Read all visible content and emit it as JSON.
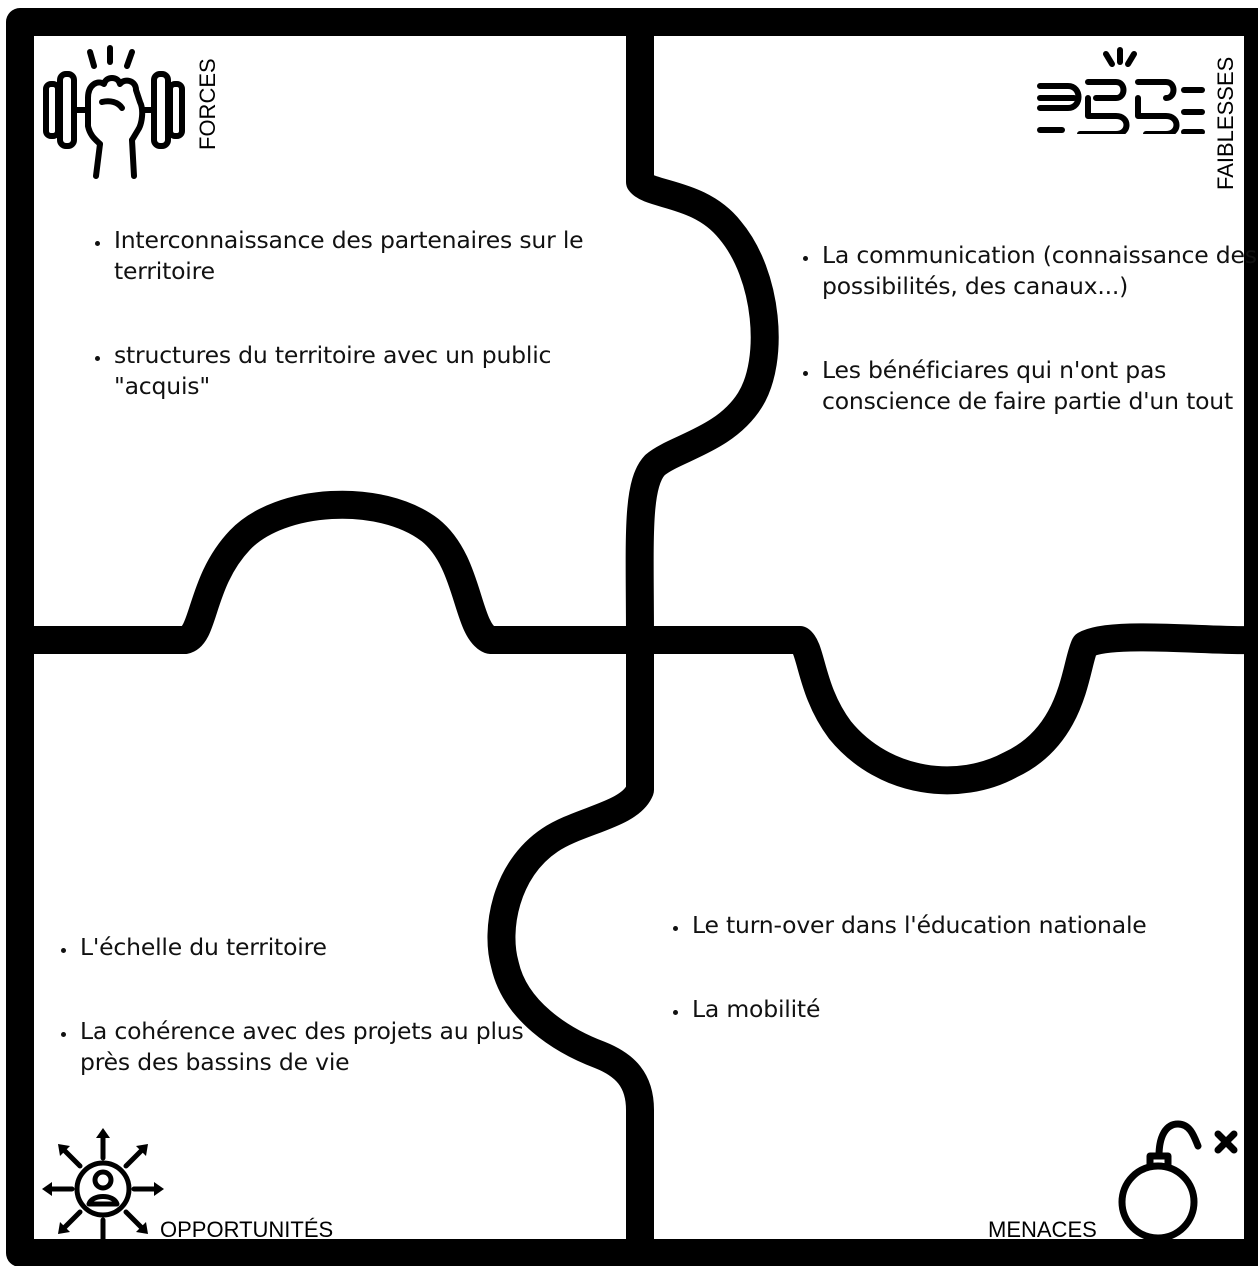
{
  "colors": {
    "outline": "#000000",
    "background": "#ffffff",
    "text": "#111111"
  },
  "quadrants": {
    "forces": {
      "label": "FORCES",
      "icon": "strength-fist-dumbbell-icon",
      "items": [
        "Interconnaissance des partenaires sur le territoire",
        "structures du territoire avec un public \"acquis\""
      ]
    },
    "faiblesses": {
      "label": "FAIBLESSES",
      "icon": "broken-chain-icon",
      "items": [
        "La communication (connaissance des possibilités, des canaux...)",
        "Les bénéficiares qui n'ont pas conscience de faire partie d'un tout"
      ]
    },
    "opportunites": {
      "label": "OPPORTUNITÉS",
      "icon": "person-arrows-opportunity-icon",
      "items": [
        "L'échelle du territoire",
        "La cohérence avec des projets au plus près des bassins de vie"
      ]
    },
    "menaces": {
      "label": "MENACES",
      "icon": "bomb-icon",
      "items": [
        "Le turn-over dans l'éducation nationale",
        "La mobilité"
      ]
    }
  }
}
